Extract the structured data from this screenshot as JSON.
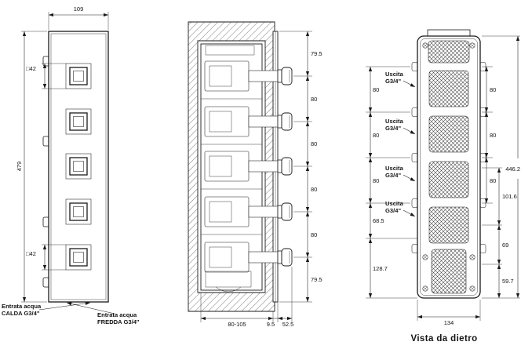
{
  "front_view": {
    "dim_width": "109",
    "dim_height": "479",
    "dim_square_top": "□42",
    "dim_square_bottom": "□42",
    "inlet_hot": {
      "line1": "Entrata acqua",
      "line2": "CALDA G3/4\""
    },
    "inlet_cold": {
      "line1": "Entrata acqua",
      "line2": "FREDDA G3/4\""
    }
  },
  "side_view": {
    "dims_vertical": [
      "79.5",
      "80",
      "80",
      "80",
      "80",
      "79.5"
    ],
    "dim_depth_range": "80-105",
    "dim_plate_thickness": "9.5",
    "dim_handle_projection": "52.5"
  },
  "rear_view": {
    "caption": "Vista da dietro",
    "outlets": [
      {
        "line1": "Uscita",
        "line2": "G3/4\""
      },
      {
        "line1": "Uscita",
        "line2": "G3/4\""
      },
      {
        "line1": "Uscita",
        "line2": "G3/4\""
      },
      {
        "line1": "Uscita",
        "line2": "G3/4\""
      }
    ],
    "dims_left": [
      "80",
      "80",
      "80",
      "68.5",
      "128.7"
    ],
    "dims_right_inner": [
      "80",
      "80",
      "80"
    ],
    "dims_right_outer": [
      "101.6",
      "69",
      "59.7"
    ],
    "dim_overall_height": "446.2",
    "dim_width": "134"
  }
}
